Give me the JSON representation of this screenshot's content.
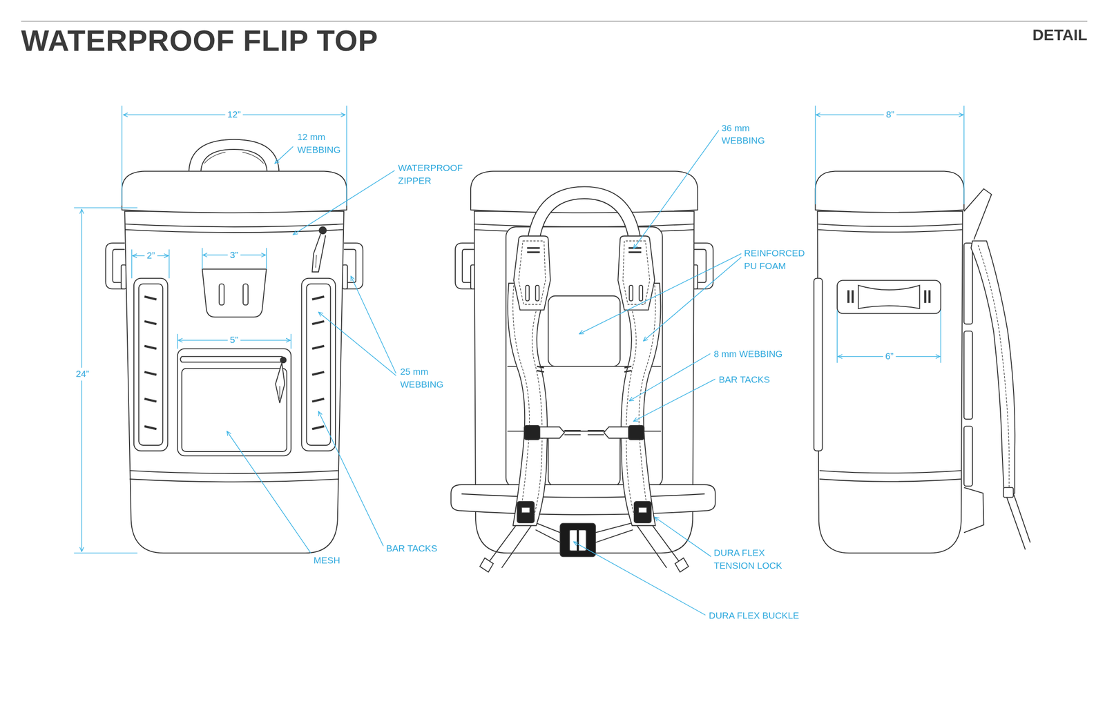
{
  "diagram": {
    "title": "WATERPROOF FLIP TOP",
    "labels": [
      "DETAIL",
      "12”",
      "12 mm WEBBING",
      "WATERPROOF ZIPPER",
      "2”",
      "3”",
      "5”",
      "24”",
      "25 mm WEBBING",
      "MESH",
      "BAR TACKS",
      "36 mm WEBBING",
      "REINFORCED PU FOAM",
      "8 mm WEBBING",
      "BAR TACKS",
      "DURA FLEX TENSION LOCK",
      "DURA FLEX BUCKLE",
      "8”",
      "6”"
    ]
  }
}
